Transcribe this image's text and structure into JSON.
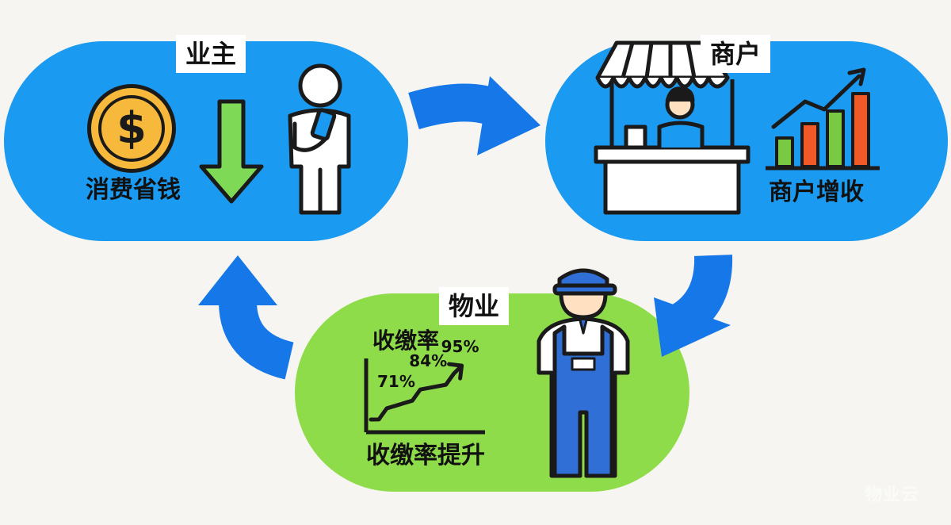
{
  "owner": {
    "title": "业主",
    "caption": "消费省钱"
  },
  "merchant": {
    "title": "商户",
    "caption": "商户增收"
  },
  "property": {
    "title": "物业",
    "chart_title": "收缴率",
    "caption": "收缴率提升"
  },
  "chart_data": {
    "type": "line",
    "title": "收缴率",
    "x": [
      1,
      2,
      3
    ],
    "values": [
      71,
      84,
      95
    ],
    "point_labels": [
      "71%",
      "84%",
      "95%"
    ],
    "xlabel": "",
    "ylabel": "",
    "trend": "up"
  },
  "watermark": "物业云",
  "colors": {
    "blue_pill": "#1a9af0",
    "green_pill": "#8fdc4a",
    "arrow_blue": "#1577e8",
    "coin": "#f6b93b",
    "down_arrow": "#7ed957",
    "bar_green": "#7ac943",
    "bar_red": "#f05a28",
    "uniform": "#2f6fd6"
  },
  "icons": [
    "dollar-coin-icon",
    "down-arrow-icon",
    "person-phone-icon",
    "shop-stall-icon",
    "growth-chart-icon",
    "worker-icon"
  ]
}
